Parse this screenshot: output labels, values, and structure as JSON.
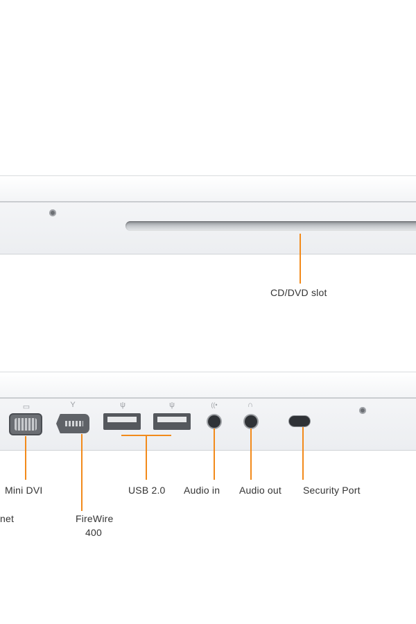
{
  "top_view": {
    "labels": {
      "cd_dvd_slot": "CD/DVD slot"
    }
  },
  "side_view": {
    "port_icons": {
      "mini_dvi": "▭",
      "firewire": "Y",
      "usb_1": "ψ",
      "usb_2": "ψ",
      "audio_in": "((•",
      "audio_out": "∩"
    },
    "labels": {
      "ethernet_partial": "net",
      "mini_dvi": "Mini DVI",
      "firewire_line1": "FireWire",
      "firewire_line2": "400",
      "usb": "USB 2.0",
      "audio_in": "Audio in",
      "audio_out": "Audio out",
      "security_port": "Security Port"
    }
  },
  "colors": {
    "leader": "#f28a1a",
    "body": "#eceef1",
    "port": "#55585d"
  }
}
